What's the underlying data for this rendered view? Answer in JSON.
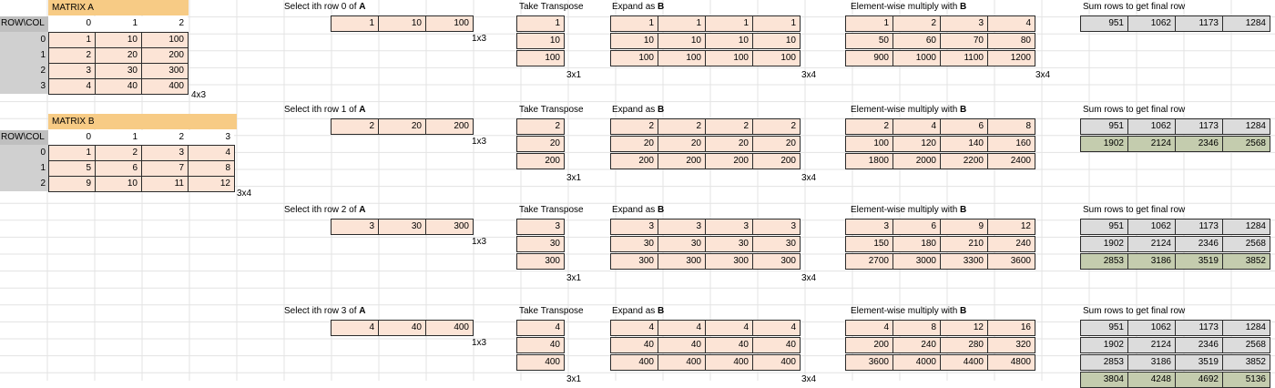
{
  "colors": {
    "cell_fill": "#fce4d6",
    "title_fill": "#f7cb85",
    "gridline": "#e3e3e3",
    "rowcol_header_fill": "#bfbfbf",
    "sum_row_fill": "#dcdcdc",
    "sum_row_new_fill": "#c4ccae"
  },
  "matrix_a": {
    "title": "MATRIX A",
    "corner": "ROW\\COL",
    "col_headers": [
      "0",
      "1",
      "2"
    ],
    "row_headers": [
      "0",
      "1",
      "2",
      "3"
    ],
    "rows": [
      [
        "1",
        "10",
        "100"
      ],
      [
        "2",
        "20",
        "200"
      ],
      [
        "3",
        "30",
        "300"
      ],
      [
        "4",
        "40",
        "400"
      ]
    ],
    "dim": "4x3"
  },
  "matrix_b": {
    "title": "MATRIX B",
    "corner": "ROW\\COL",
    "col_headers": [
      "0",
      "1",
      "2",
      "3"
    ],
    "row_headers": [
      "0",
      "1",
      "2"
    ],
    "rows": [
      [
        "1",
        "2",
        "3",
        "4"
      ],
      [
        "5",
        "6",
        "7",
        "8"
      ],
      [
        "9",
        "10",
        "11",
        "12"
      ]
    ],
    "dim": "3x4"
  },
  "steps": [
    {
      "select_label": "Select ith row 0 of",
      "select_bold": "A",
      "row": [
        "1",
        "10",
        "100"
      ],
      "row_dim": "1x3",
      "transpose_label": "Take Transpose",
      "transpose": [
        "1",
        "10",
        "100"
      ],
      "transpose_dim": "3x1",
      "expand_label": "Expand as",
      "expand_bold": "B",
      "expand": [
        [
          "1",
          "1",
          "1",
          "1"
        ],
        [
          "10",
          "10",
          "10",
          "10"
        ],
        [
          "100",
          "100",
          "100",
          "100"
        ]
      ],
      "expand_dim": "3x4",
      "mult_label": "Element-wise multiply with",
      "mult_bold": "B",
      "mult": [
        [
          "1",
          "2",
          "3",
          "4"
        ],
        [
          "50",
          "60",
          "70",
          "80"
        ],
        [
          "900",
          "1000",
          "1100",
          "1200"
        ]
      ],
      "mult_dim": "3x4",
      "sum_label": "Sum rows to get final row",
      "sums": [
        [
          "951",
          "1062",
          "1173",
          "1284"
        ]
      ]
    },
    {
      "select_label": "Select ith row 1 of",
      "select_bold": "A",
      "row": [
        "2",
        "20",
        "200"
      ],
      "row_dim": "1x3",
      "transpose_label": "Take Transpose",
      "transpose": [
        "2",
        "20",
        "200"
      ],
      "transpose_dim": "3x1",
      "expand_label": "Expand as",
      "expand_bold": "B",
      "expand": [
        [
          "2",
          "2",
          "2",
          "2"
        ],
        [
          "20",
          "20",
          "20",
          "20"
        ],
        [
          "200",
          "200",
          "200",
          "200"
        ]
      ],
      "expand_dim": "3x4",
      "mult_label": "Element-wise multiply with",
      "mult_bold": "B",
      "mult": [
        [
          "2",
          "4",
          "6",
          "8"
        ],
        [
          "100",
          "120",
          "140",
          "160"
        ],
        [
          "1800",
          "2000",
          "2200",
          "2400"
        ]
      ],
      "mult_dim": "",
      "sum_label": "Sum rows to get final row",
      "sums": [
        [
          "951",
          "1062",
          "1173",
          "1284"
        ],
        [
          "1902",
          "2124",
          "2346",
          "2568"
        ]
      ]
    },
    {
      "select_label": "Select ith row 2 of",
      "select_bold": "A",
      "row": [
        "3",
        "30",
        "300"
      ],
      "row_dim": "1x3",
      "transpose_label": "Take Transpose",
      "transpose": [
        "3",
        "30",
        "300"
      ],
      "transpose_dim": "3x1",
      "expand_label": "Expand as",
      "expand_bold": "B",
      "expand": [
        [
          "3",
          "3",
          "3",
          "3"
        ],
        [
          "30",
          "30",
          "30",
          "30"
        ],
        [
          "300",
          "300",
          "300",
          "300"
        ]
      ],
      "expand_dim": "3x4",
      "mult_label": "Element-wise multiply with",
      "mult_bold": "B",
      "mult": [
        [
          "3",
          "6",
          "9",
          "12"
        ],
        [
          "150",
          "180",
          "210",
          "240"
        ],
        [
          "2700",
          "3000",
          "3300",
          "3600"
        ]
      ],
      "mult_dim": "",
      "sum_label": "Sum rows to get final row",
      "sums": [
        [
          "951",
          "1062",
          "1173",
          "1284"
        ],
        [
          "1902",
          "2124",
          "2346",
          "2568"
        ],
        [
          "2853",
          "3186",
          "3519",
          "3852"
        ]
      ]
    },
    {
      "select_label": "Select ith row 3 of",
      "select_bold": "A",
      "row": [
        "4",
        "40",
        "400"
      ],
      "row_dim": "1x3",
      "transpose_label": "Take Transpose",
      "transpose": [
        "4",
        "40",
        "400"
      ],
      "transpose_dim": "3x1",
      "expand_label": "Expand as",
      "expand_bold": "B",
      "expand": [
        [
          "4",
          "4",
          "4",
          "4"
        ],
        [
          "40",
          "40",
          "40",
          "40"
        ],
        [
          "400",
          "400",
          "400",
          "400"
        ]
      ],
      "expand_dim": "3x4",
      "mult_label": "Element-wise multiply with",
      "mult_bold": "B",
      "mult": [
        [
          "4",
          "8",
          "12",
          "16"
        ],
        [
          "200",
          "240",
          "280",
          "320"
        ],
        [
          "3600",
          "4000",
          "4400",
          "4800"
        ]
      ],
      "mult_dim": "",
      "sum_label": "Sum rows to get final row",
      "sums": [
        [
          "951",
          "1062",
          "1173",
          "1284"
        ],
        [
          "1902",
          "2124",
          "2346",
          "2568"
        ],
        [
          "2853",
          "3186",
          "3519",
          "3852"
        ],
        [
          "3804",
          "4248",
          "4692",
          "5136"
        ]
      ]
    }
  ]
}
